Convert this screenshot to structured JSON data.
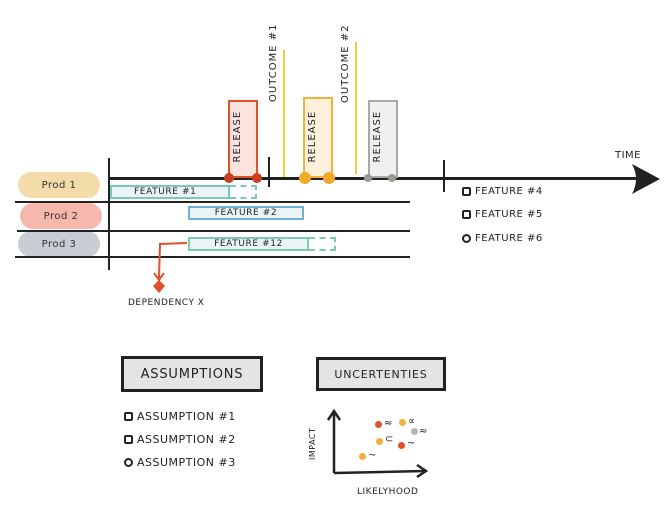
{
  "timeline": {
    "axis_label": "Time",
    "products": [
      {
        "label": "Prod 1",
        "color": "#f3dcaa"
      },
      {
        "label": "Prod 2",
        "color": "#f6b8ac"
      },
      {
        "label": "Prod 3",
        "color": "#c8ced3"
      }
    ],
    "features": [
      {
        "label": "Feature #1",
        "product": "Prod 1",
        "style": "teal",
        "extension": true
      },
      {
        "label": "Feature #2",
        "product": "Prod 2",
        "style": "blue",
        "extension": false
      },
      {
        "label": "Feature #12",
        "product": "Prod 3",
        "style": "teal",
        "extension": true
      }
    ],
    "releases": [
      {
        "label": "Release",
        "color": "#e0502a",
        "fill": "#fbe4dd"
      },
      {
        "label": "Release",
        "color": "#f3b03a",
        "fill": "#fdf1dc"
      },
      {
        "label": "Release",
        "color": "#a8a8a4",
        "fill": "#f0f0ee"
      }
    ],
    "outcomes": [
      {
        "label": "Outcome #1",
        "color": "#f5c842"
      },
      {
        "label": "Outcome #2",
        "color": "#f5c842"
      }
    ],
    "dependency": {
      "label": "Dependency X",
      "color": "#e0502a"
    },
    "backlog": [
      {
        "label": "Feature #4"
      },
      {
        "label": "Feature #5"
      },
      {
        "label": "Feature #6"
      }
    ]
  },
  "assumptions": {
    "title": "Assumptions",
    "items": [
      {
        "label": "Assumption #1"
      },
      {
        "label": "Assumption #2"
      },
      {
        "label": "Assumption #3"
      }
    ]
  },
  "uncertainties": {
    "title": "Uncertenties",
    "y_axis_label": "Impact",
    "x_axis_label": "Likelyhood",
    "points": [
      {
        "color": "#e0502a"
      },
      {
        "color": "#f3b03a"
      },
      {
        "color": "#b5b5b0"
      },
      {
        "color": "#f3b03a"
      },
      {
        "color": "#e0502a"
      },
      {
        "color": "#f3b03a"
      }
    ]
  }
}
